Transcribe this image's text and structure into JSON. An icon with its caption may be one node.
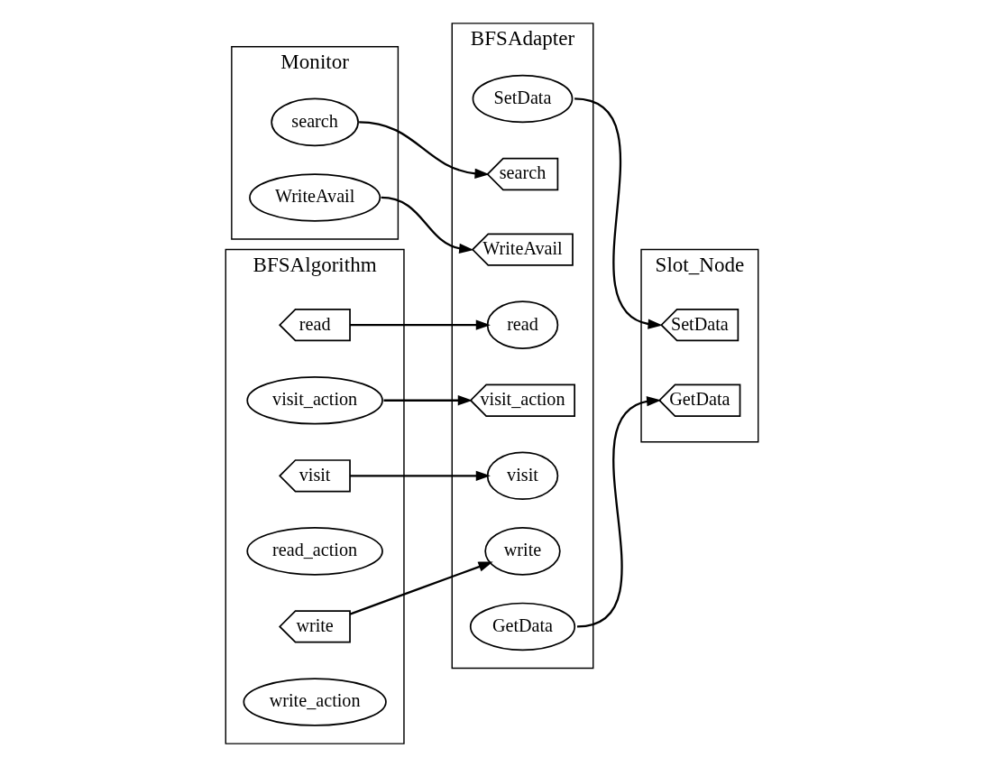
{
  "diagram": {
    "nodes": [
      {
        "text": [
          "BFSAdapter"
        ]
      },
      {
        "text": [
          "SetData"
        ],
        "in": 0
      },
      {
        "text": [
          "visit"
        ],
        "in": 0
      },
      {
        "text": [
          "search"
        ],
        "in": 0
      },
      {
        "text": [
          "read"
        ],
        "in": 0
      },
      {
        "text": [
          "visit_action"
        ],
        "in": 0
      },
      {
        "text": [
          "write"
        ],
        "in": 0
      },
      {
        "text": [
          "WriteAvail"
        ],
        "in": 0
      },
      {
        "text": [
          "GetData"
        ],
        "in": 0
      },
      {
        "text": [
          "Monitor"
        ]
      },
      {
        "text": [
          "search"
        ],
        "in": 9
      },
      {
        "text": [
          "WriteAvail"
        ],
        "in": 9
      },
      {
        "text": [
          "Slot_Node"
        ]
      },
      {
        "text": [
          "GetData"
        ],
        "in": 12
      },
      {
        "text": [
          "SetData"
        ],
        "in": 12
      },
      {
        "text": [
          "BFSAlgorithm"
        ]
      },
      {
        "text": [
          "visit"
        ],
        "in": 15
      },
      {
        "text": [
          "visit_action"
        ],
        "in": 15
      },
      {
        "text": [
          "read"
        ],
        "in": 15
      },
      {
        "text": [
          "read_action"
        ],
        "in": 15
      },
      {
        "text": [
          "write"
        ],
        "in": 15
      },
      {
        "text": [
          "write_action"
        ],
        "in": 15
      }
    ],
    "edges": [
      {
        "from": 10,
        "to": 3,
        "arrow": "to"
      },
      {
        "from": 11,
        "to": 7,
        "arrow": "to"
      },
      {
        "from": 1,
        "to": 14,
        "arrow": "to"
      },
      {
        "from": 8,
        "to": 13,
        "arrow": "to"
      },
      {
        "from": 17,
        "to": 5,
        "arrow": "to"
      },
      {
        "from": 16,
        "to": 2,
        "arrow": "to"
      },
      {
        "from": 18,
        "to": 4,
        "arrow": "to"
      },
      {
        "from": 20,
        "to": 6,
        "arrow": "to"
      }
    ]
  }
}
